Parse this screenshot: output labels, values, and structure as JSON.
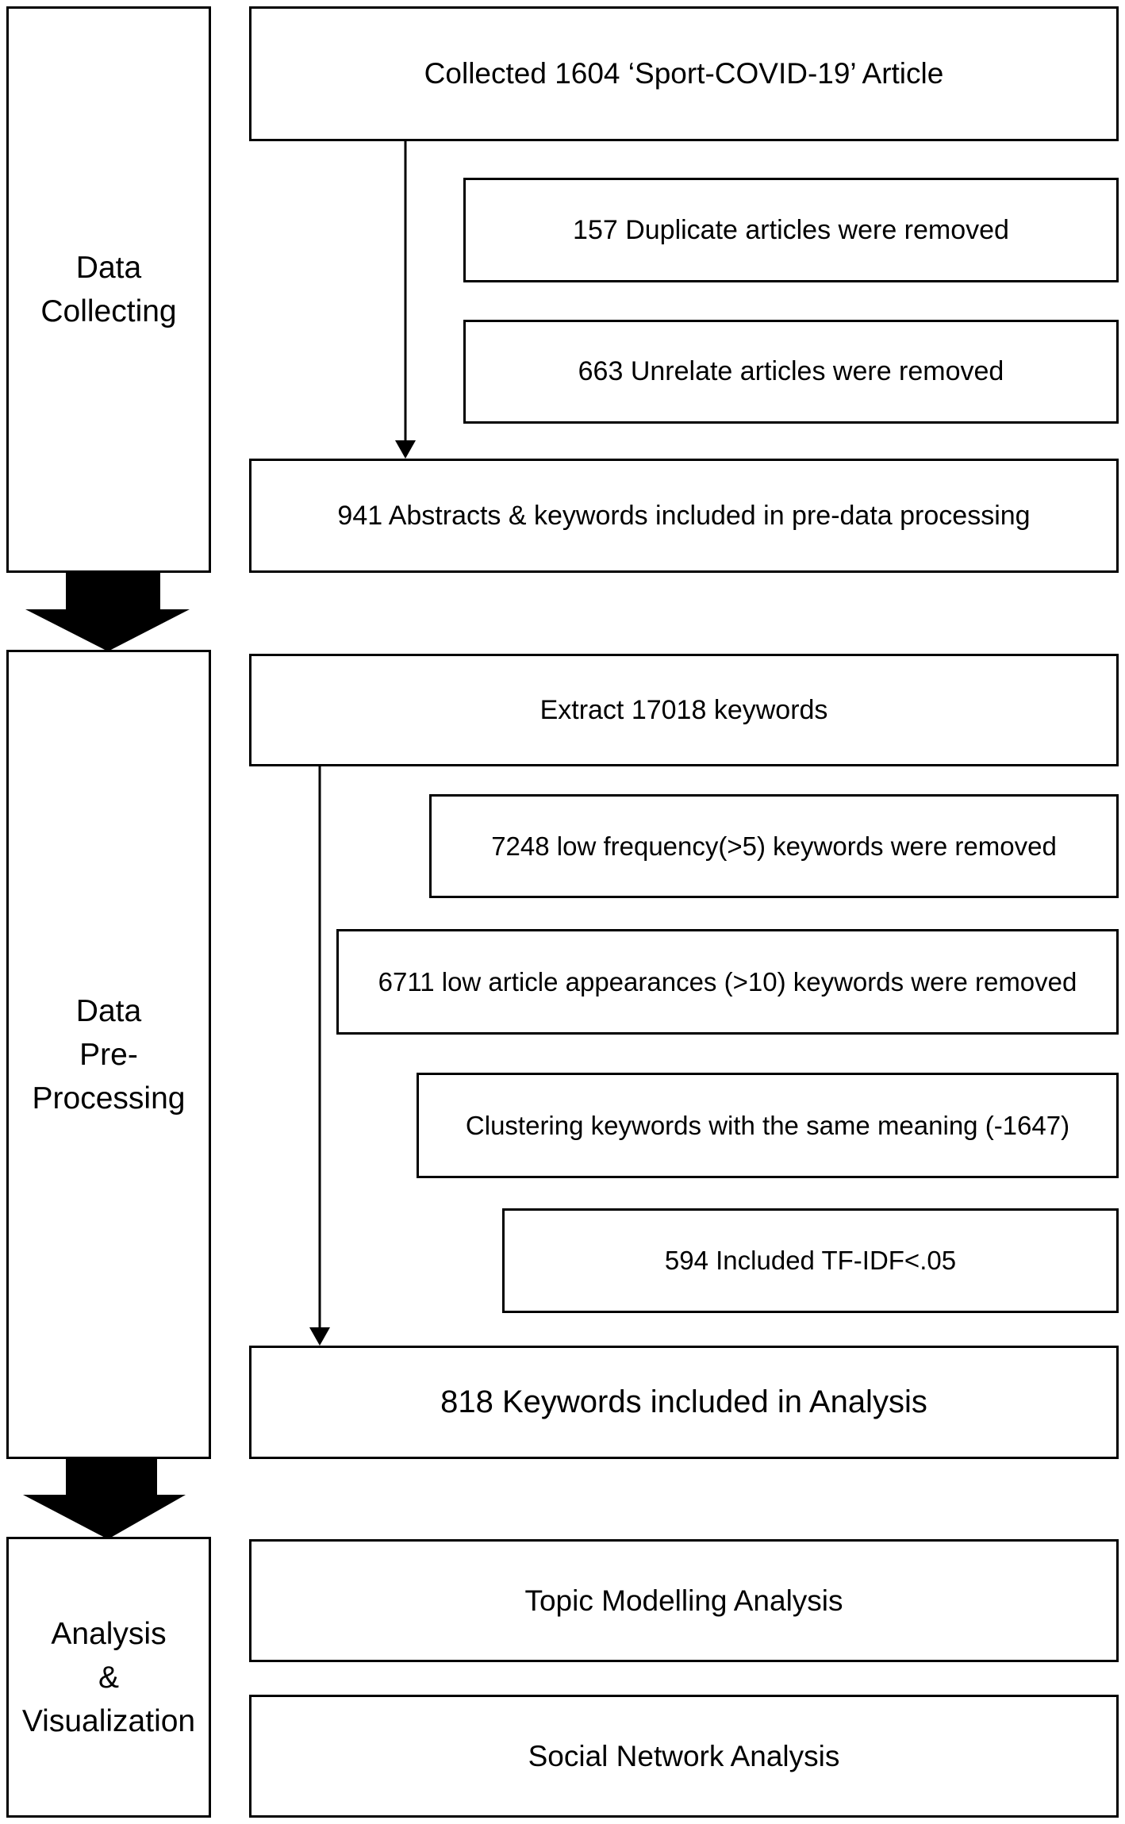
{
  "stages": {
    "collecting": [
      "Data",
      "Collecting"
    ],
    "preprocessing": [
      "Data",
      "Pre-",
      "Processing"
    ],
    "analysis": [
      "Analysis",
      "&",
      "Visualization"
    ]
  },
  "collecting": {
    "collected": "Collected 1604 ‘Sport-COVID-19’ Article",
    "duplicates": "157 Duplicate articles were removed",
    "unrelated": "663 Unrelate articles were removed",
    "included": "941 Abstracts & keywords included in pre-data processing"
  },
  "preprocessing": {
    "extract": "Extract 17018 keywords",
    "low_frequency": "7248 low frequency(>5) keywords were removed",
    "low_appearance": "6711 low article appearances (>10) keywords were removed",
    "clustering": "Clustering keywords with the same meaning (-1647)",
    "tfidf": "594 Included TF-IDF<.05",
    "included": "818 Keywords included in Analysis"
  },
  "analysis": {
    "topic": "Topic Modelling Analysis",
    "sna": "Social Network Analysis"
  }
}
